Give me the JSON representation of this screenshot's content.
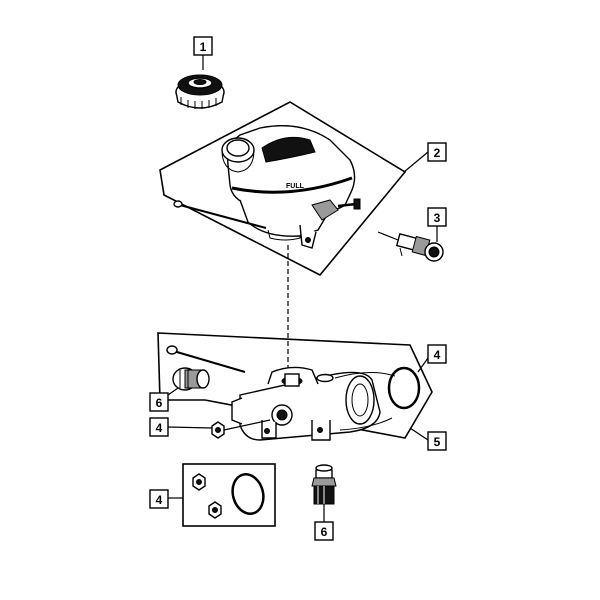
{
  "callouts": {
    "c1": "1",
    "c2": "2",
    "c3": "3",
    "c4_right": "4",
    "c4_left": "4",
    "c4_kit": "4",
    "c5": "5",
    "c6_left": "6",
    "c6_bottom": "6"
  },
  "reservoir_text": {
    "line1": "FULL"
  }
}
